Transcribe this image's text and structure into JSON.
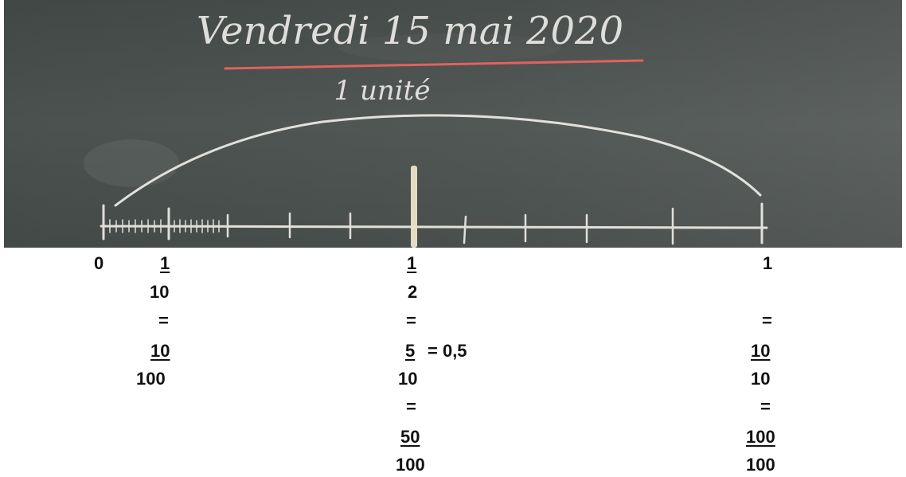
{
  "board": {
    "title": "Vendredi 15 mai 2020",
    "subtitle": "1 unité",
    "colors": {
      "board": "#4f5553",
      "chalk": "#f2efea",
      "underline": "#e0625e"
    }
  },
  "labels": {
    "zero": "0",
    "tenth": {
      "num": "1",
      "den": "10",
      "eq": "=",
      "num2": "10",
      "den2": "100"
    },
    "half": {
      "num": "1",
      "den": "2",
      "eq1": "=",
      "num2": "5",
      "decimal": "= 0,5",
      "den2": "10",
      "eq2": "=",
      "num3": "50",
      "den3": "100"
    },
    "one": {
      "whole": "1",
      "eq1": "=",
      "num2": "10",
      "den2": "10",
      "eq2": "=",
      "num3": "100",
      "den3": "100"
    }
  }
}
